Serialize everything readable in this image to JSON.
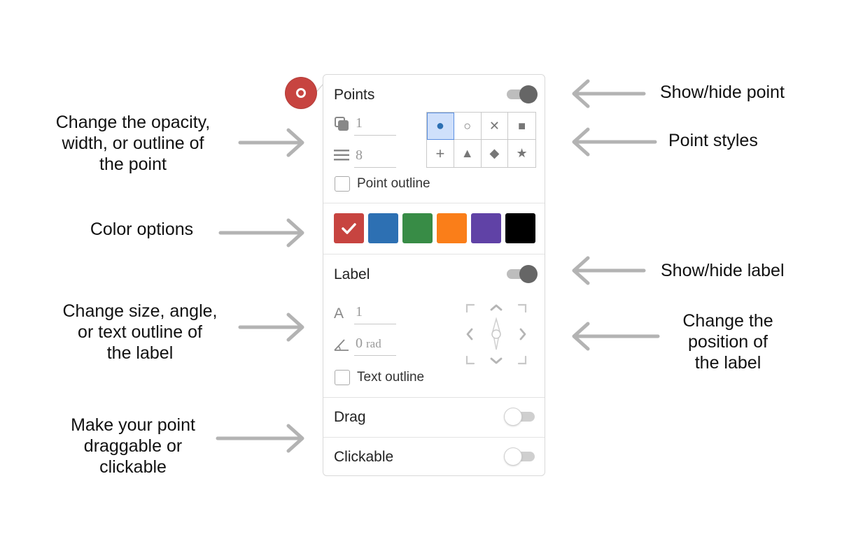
{
  "annotations": {
    "left": [
      "Change the opacity,\nwidth, or outline of\nthe point",
      "Color options",
      "Change size, angle,\nor text outline of\nthe label",
      "Make your point\ndraggable or\nclickable"
    ],
    "right": [
      "Show/hide point",
      "Point styles",
      "Show/hide label",
      "Change the\nposition of\nthe label"
    ]
  },
  "panel": {
    "points": {
      "title": "Points",
      "toggle_on": true,
      "opacity_value": "1",
      "width_value": "8",
      "outline_label": "Point outline",
      "styles": [
        "dot",
        "open-circle",
        "cross",
        "square",
        "plus",
        "triangle",
        "diamond",
        "star"
      ],
      "style_glyphs": [
        "●",
        "○",
        "✕",
        "■",
        "+",
        "▲",
        "◆",
        "★"
      ],
      "selected_style": "dot"
    },
    "colors": {
      "swatches": [
        "#c74440",
        "#2d70b3",
        "#388c46",
        "#fa7e19",
        "#6042a6",
        "#000000"
      ],
      "selected": "#c74440"
    },
    "label": {
      "title": "Label",
      "toggle_on": true,
      "size_value": "1",
      "angle_value": "0",
      "angle_unit": "rad",
      "text_outline_label": "Text outline"
    },
    "drag": {
      "title": "Drag",
      "toggle_on": false
    },
    "clickable": {
      "title": "Clickable",
      "toggle_on": false
    }
  },
  "colors": {
    "accent_blue": "#2d70b3",
    "point_red": "#c74440",
    "arrow_gray": "#b3b3b3"
  }
}
